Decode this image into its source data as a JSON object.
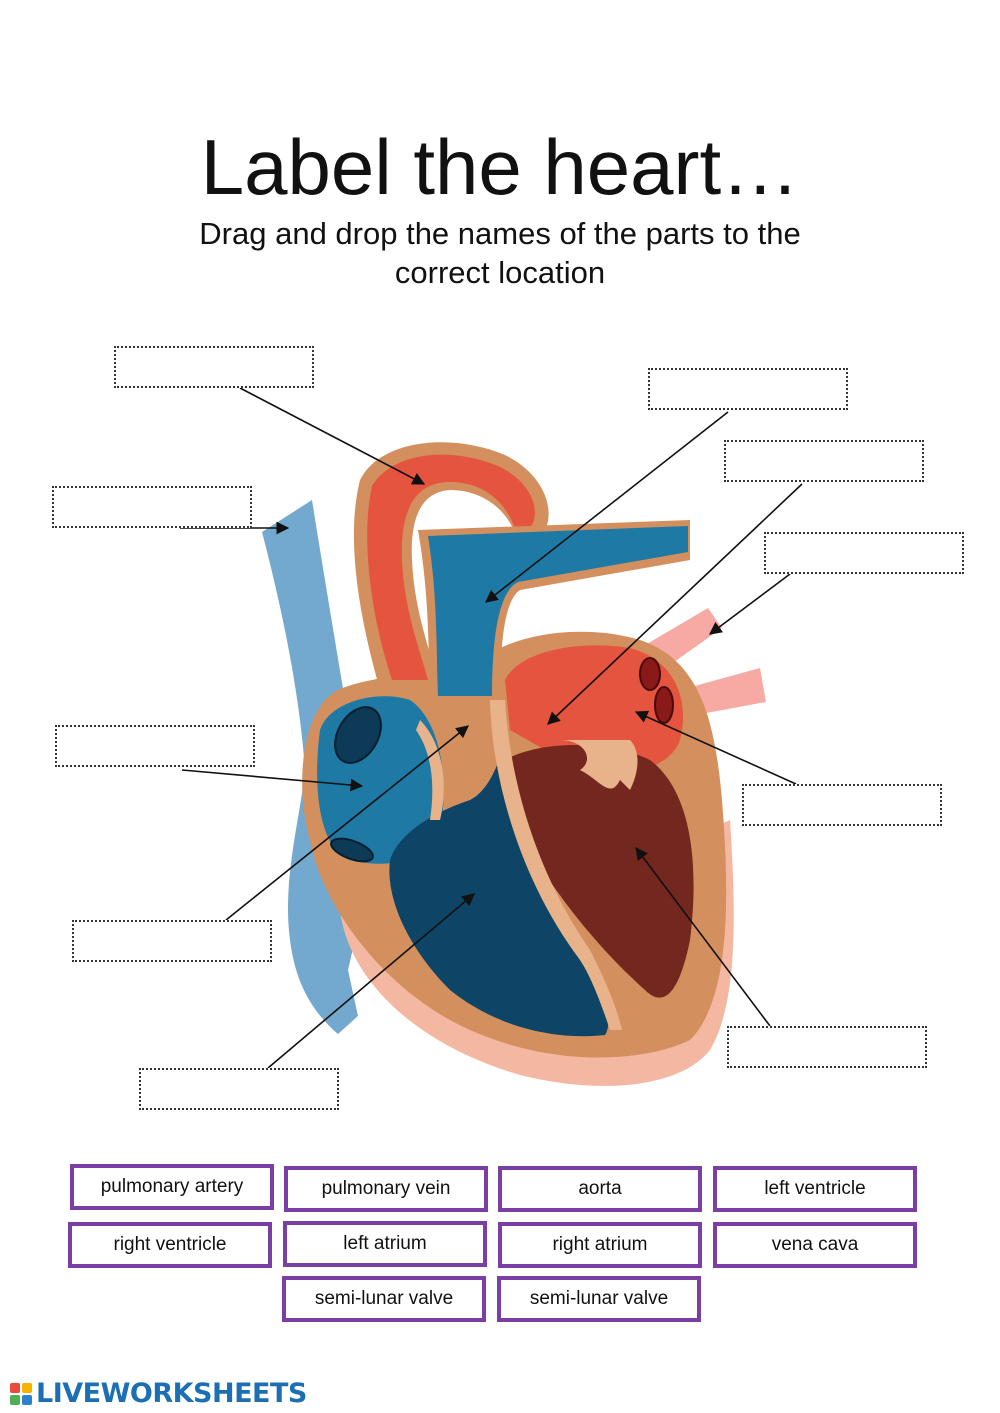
{
  "worksheet": {
    "title": "Label the heart…",
    "subtitle": "Drag and drop the names of the parts to the correct location"
  },
  "word_bank": [
    "pulmonary artery",
    "pulmonary vein",
    "aorta",
    "left ventricle",
    "right ventricle",
    "left atrium",
    "right atrium",
    "vena cava",
    "semi-lunar valve",
    "semi-lunar valve"
  ],
  "brand": {
    "name": "LIVEWORKSHEETS",
    "color": "#1d6fb3",
    "icon_colors": [
      "#e94b3c",
      "#f5b400",
      "#4caf50",
      "#2f7fd1"
    ]
  },
  "colors": {
    "oxygenated": "#e4543f",
    "deoxygenated": "#1e7aa5",
    "vena_cava": "#74a9cf",
    "wall": "#d3905e",
    "chip_border": "#7a3ea5"
  }
}
